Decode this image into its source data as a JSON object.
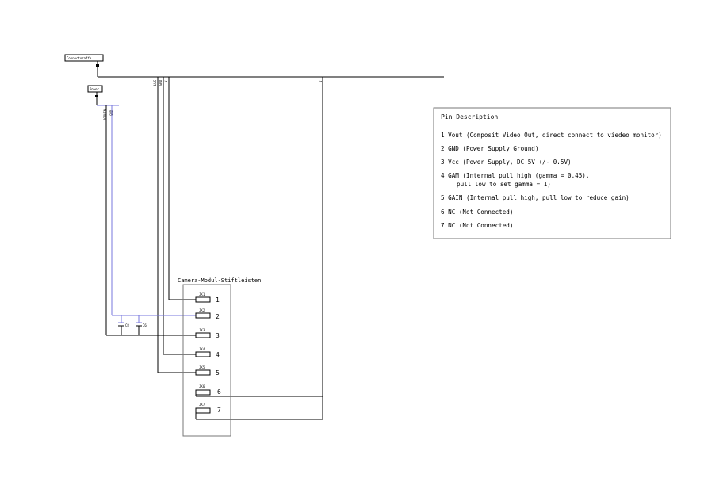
{
  "nets": {
    "top_connector": "Connectoraffe",
    "power_connector": "Power",
    "bus_labels": [
      "LUS",
      "GND",
      "V"
    ],
    "power_labels": [
      "RGBLIN",
      "GND"
    ]
  },
  "capacitors": [
    {
      "label": "C8"
    },
    {
      "label": "C6"
    }
  ],
  "connector": {
    "title": "Camera-Modul-Stiftleisten",
    "pins": [
      {
        "ref": "JK1",
        "number": "1"
      },
      {
        "ref": "JK2",
        "number": "2"
      },
      {
        "ref": "JK3",
        "number": "3"
      },
      {
        "ref": "JK4",
        "number": "4"
      },
      {
        "ref": "JK5",
        "number": "5"
      },
      {
        "ref": "JK6",
        "number": "6"
      },
      {
        "ref": "JK7",
        "number": "7"
      }
    ]
  },
  "pin_description": {
    "title": "Pin Description",
    "lines": [
      "1 Vout (Composit Video Out, direct connect to viedeo monitor)",
      "2 GND (Power Supply Ground)",
      "3 Vcc (Power Supply, DC 5V +/- 0.5V)",
      "4 GAM (Internal pull high (gamma = 0.45),",
      "pull low to set gamma = 1)",
      "5 GAIN (Internal pull high, pull low to reduce gain)",
      "6 NC (Not Connected)",
      "7 NC (Not Connected)"
    ]
  }
}
